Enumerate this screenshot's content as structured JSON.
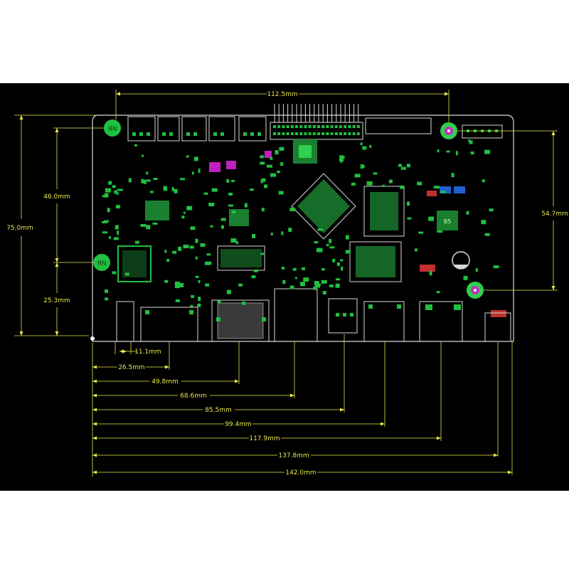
{
  "diagram": {
    "background": "#000000",
    "outline_color": "#e0e0e0",
    "component_color": "#20c040",
    "dimension_color": "#e8e84a",
    "accent_colors": [
      "#c020c0",
      "#c03030",
      "#2060d0"
    ]
  },
  "dimensions": {
    "top_width": "112.5mm",
    "left_height": "75.0mm",
    "left_upper": "46.0mm",
    "left_lower": "25.3mm",
    "right_height": "54.7mm",
    "usb_width": "11.1mm",
    "bottom": [
      "26.5mm",
      "49.8mm",
      "68.6mm",
      "85.5mm",
      "99.4mm",
      "117.9mm",
      "137.8mm",
      "142.0mm"
    ]
  },
  "labels": {
    "mount_hole_text": "ЯN",
    "chip_mark": "B5"
  }
}
